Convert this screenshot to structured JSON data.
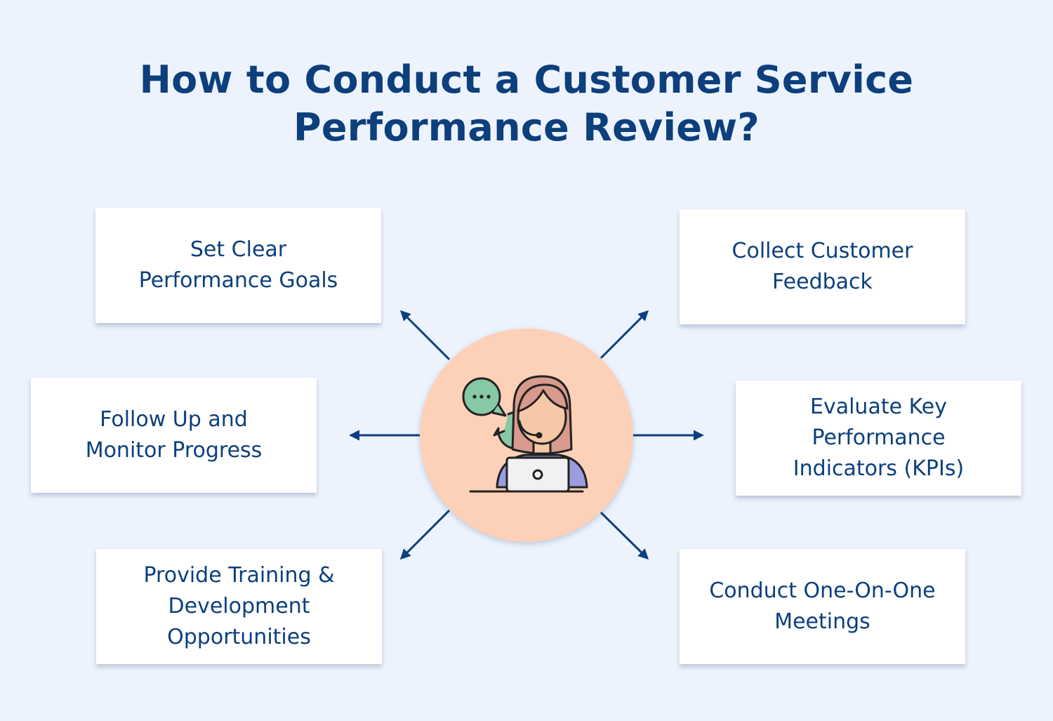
{
  "title": {
    "line1": "How to Conduct a Customer Service",
    "line2": "Performance Review?"
  },
  "steps": [
    {
      "lines": [
        "Set Clear",
        "Performance Goals"
      ]
    },
    {
      "lines": [
        "Collect Customer",
        "Feedback"
      ]
    },
    {
      "lines": [
        "Follow Up and",
        "Monitor Progress"
      ]
    },
    {
      "lines": [
        "Evaluate Key",
        "Performance",
        "Indicators (KPIs)"
      ]
    },
    {
      "lines": [
        "Provide Training &",
        "Development",
        "Opportunities"
      ]
    },
    {
      "lines": [
        "Conduct One-On-One",
        "Meetings"
      ]
    }
  ],
  "colors": {
    "background": "#ecf3fd",
    "text": "#0c3f7c",
    "arrow": "#0c3f7c",
    "hub": "#fdd0b8",
    "card": "#ffffff"
  },
  "hub_icon": "customer-service-agent-icon"
}
